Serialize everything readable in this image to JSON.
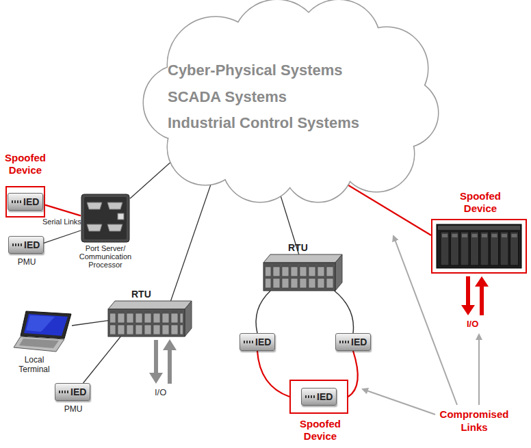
{
  "diagram": {
    "nodes": [
      {
        "text": [
          "Cyber-Physical Systems",
          "SCADA Systems",
          "Industrial Control Systems"
        ]
      },
      {
        "text": [
          "Spoofed Device",
          "IED"
        ]
      },
      {
        "text": [
          "Port Server/ Communication Processor"
        ]
      },
      {
        "text": [
          "IED",
          "PMU"
        ]
      },
      {
        "text": [
          "Spoofed Device"
        ]
      },
      {
        "text": [
          "RTU"
        ]
      },
      {
        "text": [
          "RTU"
        ]
      },
      {
        "text": [
          "Local Terminal"
        ]
      },
      {
        "text": [
          "IED"
        ]
      },
      {
        "text": [
          "IED"
        ]
      },
      {
        "text": [
          "IED",
          "PMU"
        ]
      },
      {
        "text": [
          "IED",
          "Spoofed Device"
        ]
      }
    ],
    "edges": [
      {
        "from": 0,
        "to": 2,
        "arrow": "none"
      },
      {
        "from": 1,
        "to": 2,
        "arrow": "none"
      },
      {
        "from": 3,
        "to": 2,
        "arrow": "none"
      },
      {
        "from": 0,
        "to": 6,
        "arrow": "none"
      },
      {
        "from": 7,
        "to": 6,
        "arrow": "none"
      },
      {
        "from": 10,
        "to": 6,
        "arrow": "none"
      },
      {
        "from": 0,
        "to": 5,
        "arrow": "none"
      },
      {
        "from": 5,
        "to": 8,
        "arrow": "none"
      },
      {
        "from": 5,
        "to": 9,
        "arrow": "none"
      },
      {
        "from": 8,
        "to": 11,
        "arrow": "none"
      },
      {
        "from": 11,
        "to": 9,
        "arrow": "none"
      },
      {
        "from": 0,
        "to": 4,
        "arrow": "none"
      }
    ],
    "labels": [
      "Serial Links",
      "I/O",
      "I/O",
      "Compromised Links"
    ]
  }
}
